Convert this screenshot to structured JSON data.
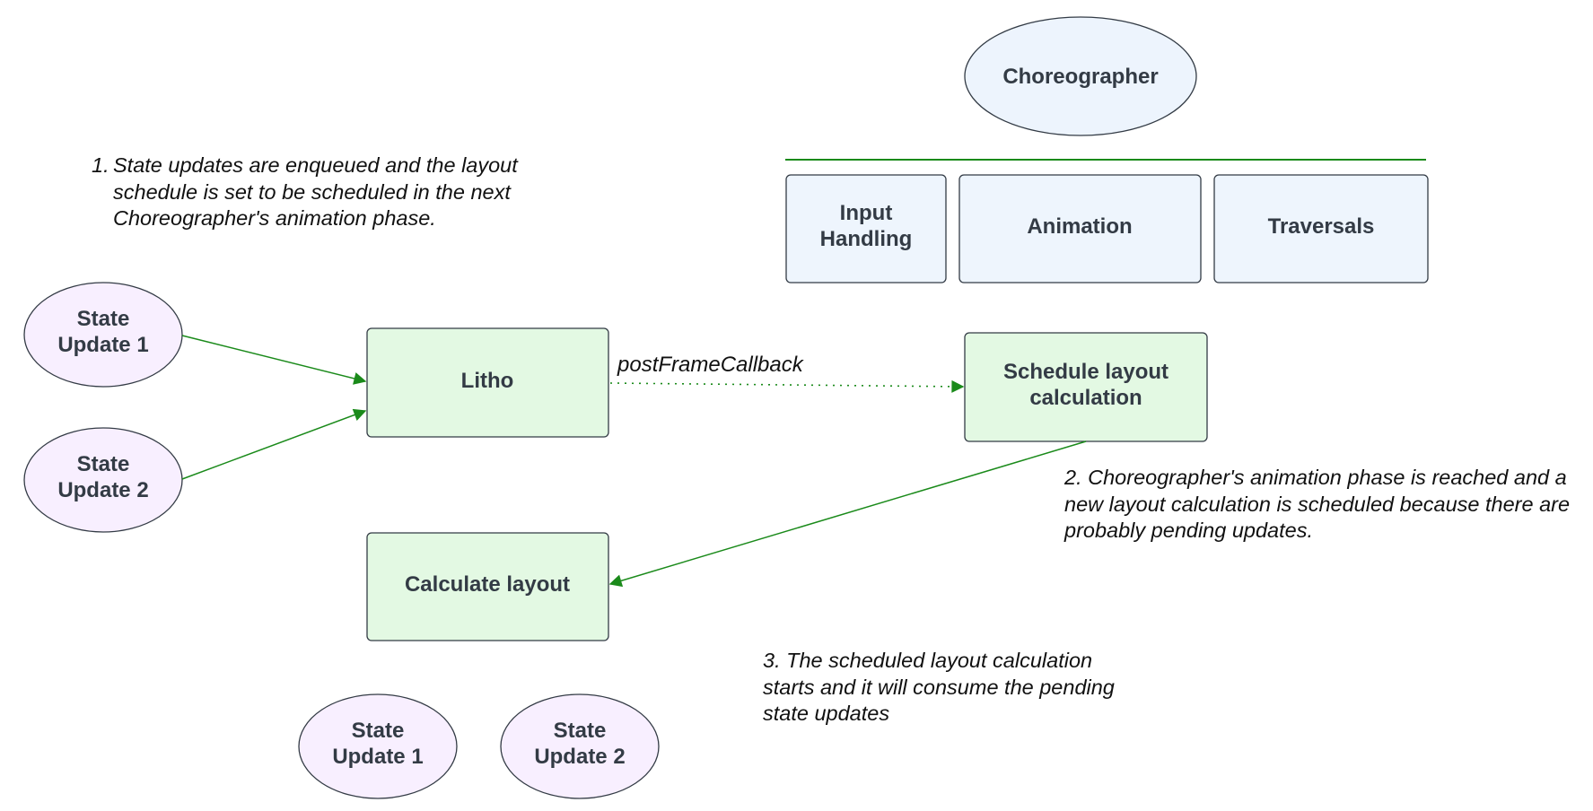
{
  "nodes": {
    "choreographer": "Choreographer",
    "input_handling": [
      "Input",
      "Handling"
    ],
    "animation": "Animation",
    "traversals": "Traversals",
    "state_update_1": [
      "State",
      "Update 1"
    ],
    "state_update_2": [
      "State",
      "Update 2"
    ],
    "litho": "Litho",
    "schedule_layout": [
      "Schedule layout",
      "calculation"
    ],
    "calculate_layout": "Calculate layout",
    "state_update_1_bottom": [
      "State",
      "Update 1"
    ],
    "state_update_2_bottom": [
      "State",
      "Update 2"
    ]
  },
  "edges": {
    "post_frame_callback": "postFrameCallback"
  },
  "notes": {
    "note1_number": "1.",
    "note1_text": "State updates are enqueued and the layout schedule is set to be scheduled in the next Choreographer's animation phase.",
    "note2_text": "2. Choreographer's animation phase is reached and a new layout calculation is scheduled because there are probably pending updates.",
    "note3_text": "3. The scheduled layout calculation starts and it will consume the pending state updates"
  },
  "colors": {
    "ellipse_purple": "#f8efff",
    "ellipse_blue": "#edf4fd",
    "box_green": "#e3f9e3",
    "box_blue": "#eef5fd",
    "arrow_green": "#1a8a1a",
    "stroke_dark": "#333b45"
  }
}
